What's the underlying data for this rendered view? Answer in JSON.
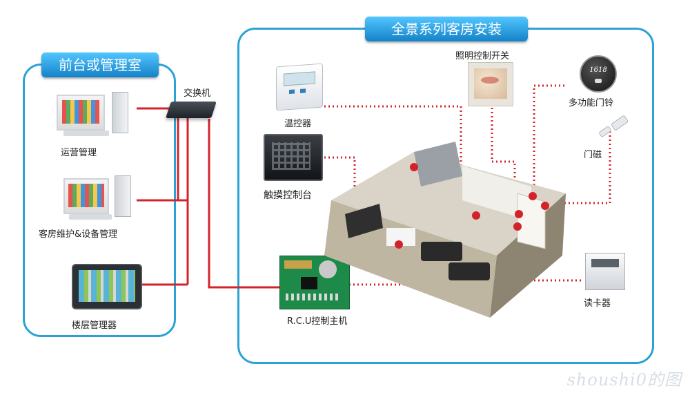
{
  "left_panel": {
    "title": "前台或管理室"
  },
  "right_panel": {
    "title": "全景系列客房安装"
  },
  "switch": {
    "label": "交换机"
  },
  "left_devices": [
    {
      "label": "运营管理"
    },
    {
      "label": "客房维护&设备管理"
    },
    {
      "label": "楼层管理器"
    }
  ],
  "right_devices": {
    "lighting": "照明控制开关",
    "thermostat": "温控器",
    "doorbell": "多功能门铃",
    "door_sensor": "门磁",
    "touch_panel": "触摸控制台",
    "rcu": "R.C.U控制主机",
    "card_reader": "读卡器"
  },
  "doorbell_display": "1618",
  "colors": {
    "accent": "#2aa2d8",
    "wire": "#d2232a"
  },
  "watermark": "shoushi0的图"
}
